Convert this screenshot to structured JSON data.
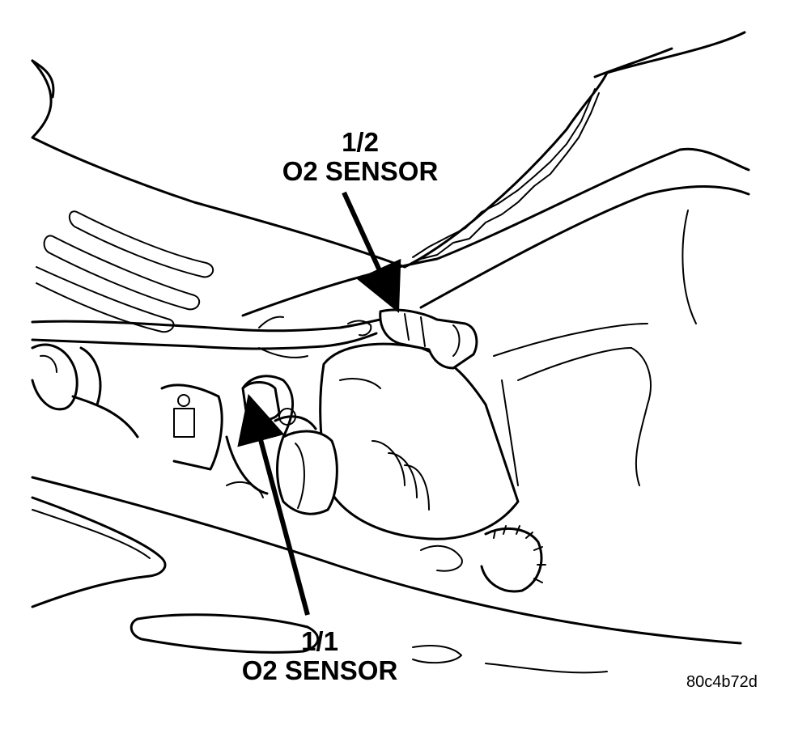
{
  "callouts": {
    "upstream": {
      "line1": "1/1",
      "line2": "O2 SENSOR"
    },
    "downstream": {
      "line1": "1/2",
      "line2": "O2 SENSOR"
    }
  },
  "figure_code": "80c4b72d"
}
